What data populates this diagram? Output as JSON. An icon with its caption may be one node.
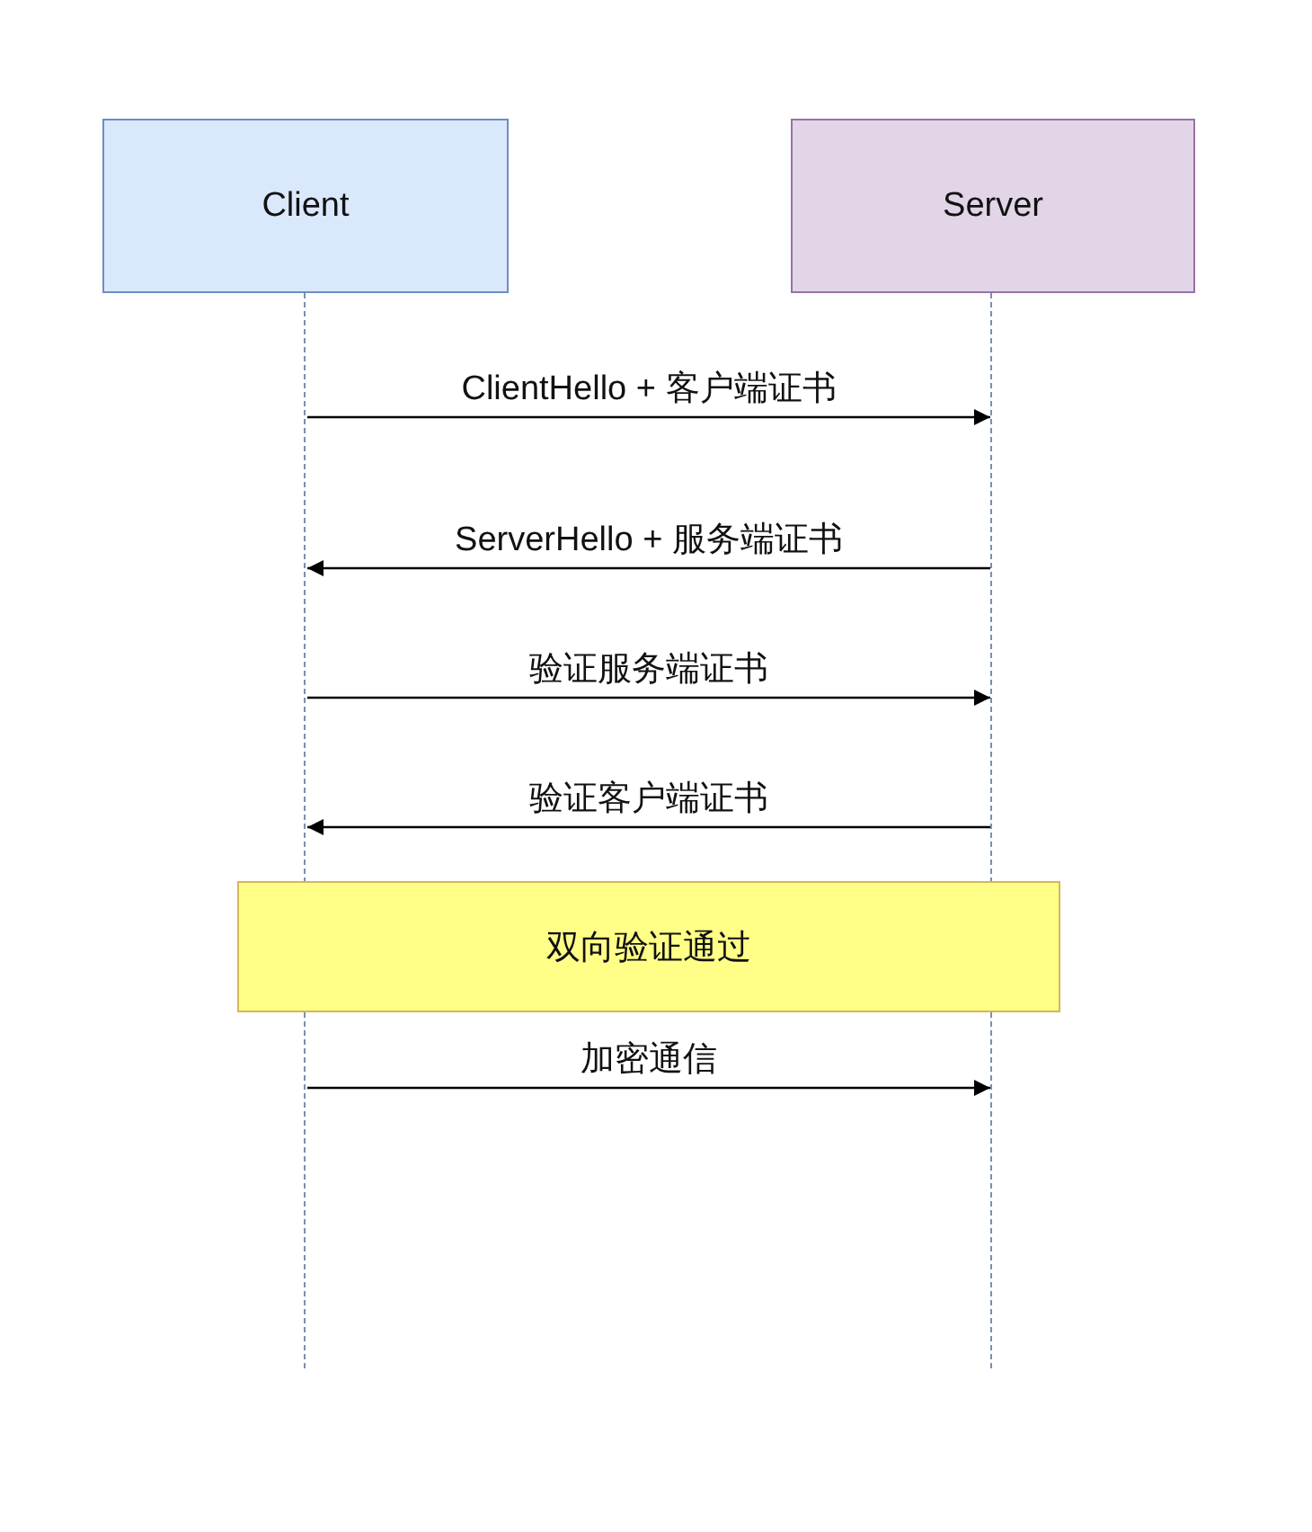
{
  "diagram": {
    "nodes": [
      {
        "text": [
          "Client"
        ]
      },
      {
        "text": [
          "Server"
        ]
      },
      {
        "text": [],
        "shape": "line"
      },
      {
        "text": [],
        "shape": "line"
      },
      {
        "text": [
          "双向验证通过"
        ]
      }
    ],
    "edges": [
      {
        "from": 2,
        "to": 3,
        "arrow": "to",
        "label": "ClientHello + 客户端证书"
      },
      {
        "from": 3,
        "to": 2,
        "arrow": "to",
        "label": "ServerHello + 服务端证书"
      },
      {
        "from": 2,
        "to": 3,
        "arrow": "to",
        "label": "验证服务端证书"
      },
      {
        "from": 3,
        "to": 2,
        "arrow": "to",
        "label": "验证客户端证书"
      },
      {
        "from": 2,
        "to": 3,
        "arrow": "to",
        "label": "加密通信"
      }
    ]
  }
}
